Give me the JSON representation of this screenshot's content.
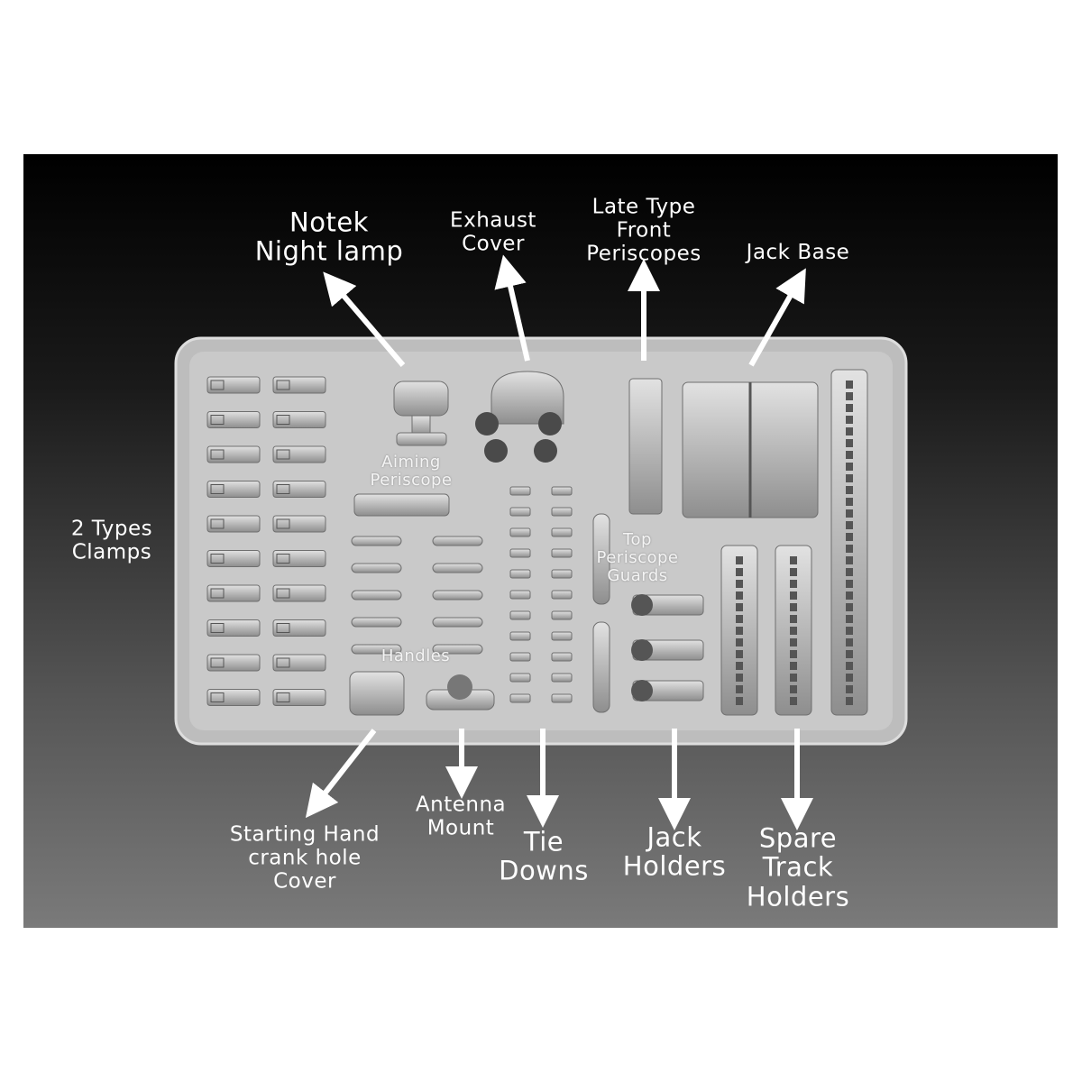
{
  "labels": {
    "notek": [
      "Notek",
      "Night lamp"
    ],
    "exhaust": [
      "Exhaust",
      "Cover"
    ],
    "periscopes": [
      "Late Type",
      "Front",
      "Periscopes"
    ],
    "jack_base": "Jack Base",
    "clamps": [
      "2 Types",
      "Clamps"
    ],
    "aiming": [
      "Aiming",
      "Periscope"
    ],
    "top_guards": [
      "Top",
      "Periscope",
      "Guards"
    ],
    "handles": "Handles",
    "crank": [
      "Starting Hand",
      "crank hole",
      "Cover"
    ],
    "antenna": [
      "Antenna",
      "Mount"
    ],
    "tie_downs": [
      "Tie",
      "Downs"
    ],
    "jack_holders": [
      "Jack",
      "Holders"
    ],
    "spare_track": [
      "Spare",
      "Track",
      "Holders"
    ]
  },
  "colors": {
    "tray": "#c9c9c9",
    "part": "#b8b8b8",
    "text": "#ffffff"
  }
}
